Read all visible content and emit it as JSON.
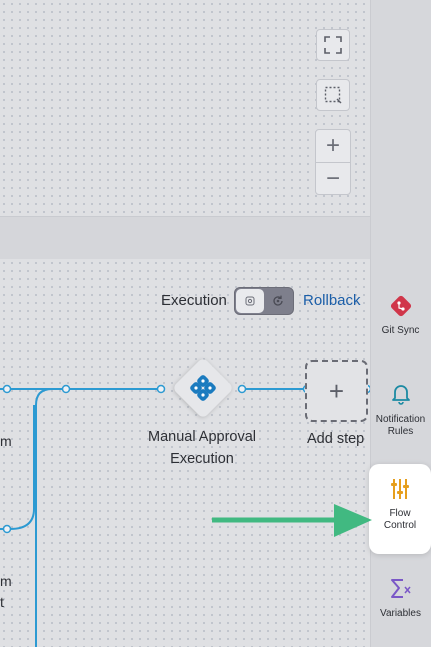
{
  "canvas": {
    "controls": {
      "fit_icon": "fullscreen-icon",
      "select_icon": "marquee-select-icon",
      "zoom_in": "+",
      "zoom_out": "−"
    }
  },
  "pipeline": {
    "stage_toggle": {
      "left_label": "Execution",
      "right_label": "Rollback",
      "selected": "Execution"
    },
    "steps": [
      {
        "name_line1": "Manual Approval",
        "name_line2": "Execution",
        "icon": "approval-icon"
      }
    ],
    "add_step": {
      "label": "Add step",
      "symbol": "+"
    },
    "cut_off_labels": [
      "m",
      "m",
      "t"
    ]
  },
  "right_rail": {
    "items": [
      {
        "label": "Git Sync",
        "icon": "git-sync-icon",
        "color": "#d0364a"
      },
      {
        "label_line1": "Notification",
        "label_line2": "Rules",
        "icon": "bell-icon",
        "color": "#1c8aa3"
      },
      {
        "label_line1": "Flow",
        "label_line2": "Control",
        "icon": "sliders-icon",
        "color": "#e69f1d",
        "active": true
      },
      {
        "label": "Variables",
        "icon": "sigma-icon",
        "color": "#7a57c7"
      }
    ]
  },
  "colors": {
    "connector": "#2c9ad2",
    "accent_link": "#1b5ea8",
    "pointer_arrow": "#41b981"
  }
}
